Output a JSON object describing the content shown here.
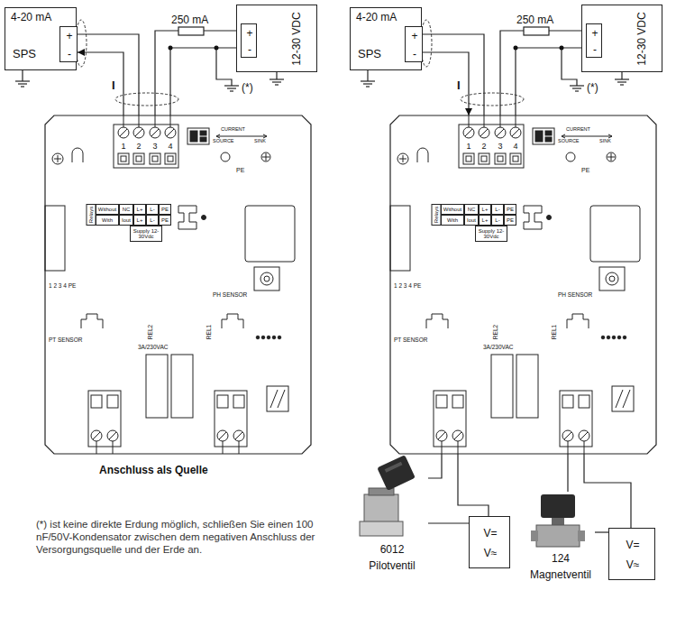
{
  "diagram": {
    "nodes": [
      {
        "text": [
          "4-20 mA",
          "SPS"
        ]
      },
      {
        "text": [
          "+",
          "-"
        ],
        "in": 0
      },
      {
        "text": [
          "12-30 VDC"
        ]
      },
      {
        "text": [
          "+",
          "-"
        ],
        "in": 2
      },
      {
        "text": [
          "1",
          "2",
          "3",
          "4",
          "CURRENT",
          "SOURCE",
          "SINK",
          "PE",
          "1 2 3 4 PE",
          "PH SENSOR",
          "PT SENSOR",
          "REL2",
          "3A/230VAC",
          "REL1"
        ]
      },
      {
        "text": [
          "Relays",
          "Without",
          "NC",
          "L+",
          "L-",
          "PE",
          "With",
          "Iout",
          "L+",
          "L-",
          "PE",
          "Supply 12-30Vdc"
        ],
        "in": 4
      },
      {
        "text": [
          "4-20 mA",
          "SPS"
        ]
      },
      {
        "text": [
          "+",
          "-"
        ],
        "in": 6
      },
      {
        "text": [
          "12-30 VDC"
        ]
      },
      {
        "text": [
          "+",
          "-"
        ],
        "in": 8
      },
      {
        "text": [
          "1",
          "2",
          "3",
          "4",
          "CURRENT",
          "SOURCE",
          "SINK",
          "PE",
          "1 2 3 4 PE",
          "PH SENSOR",
          "PT SENSOR",
          "REL2",
          "3A/230VAC",
          "REL1"
        ]
      },
      {
        "text": [
          "Relays",
          "Without",
          "NC",
          "L+",
          "L-",
          "PE",
          "With",
          "Iout",
          "L+",
          "L-",
          "PE",
          "Supply 12-30Vdc"
        ],
        "in": 10
      },
      {
        "text": [
          "6012",
          "Pilotventil"
        ]
      },
      {
        "text": [
          "V=",
          "V≈"
        ]
      },
      {
        "text": [
          "124",
          "Magnetventil"
        ]
      },
      {
        "text": [
          "V=",
          "V≈"
        ]
      }
    ],
    "edges": [
      {
        "from": 4,
        "to": 1,
        "arrow": "to",
        "label": "I"
      },
      {
        "from": 1,
        "to": 4,
        "arrow": "none"
      },
      {
        "from": 3,
        "to": 4,
        "arrow": "none"
      },
      {
        "from": 3,
        "to": 4,
        "arrow": "none"
      },
      {
        "from": 7,
        "to": 10,
        "arrow": "to",
        "label": "I"
      },
      {
        "from": 7,
        "to": 10,
        "arrow": "none"
      },
      {
        "from": 9,
        "to": 10,
        "arrow": "none"
      },
      {
        "from": 9,
        "to": 10,
        "arrow": "none"
      },
      {
        "from": 10,
        "to": 12,
        "arrow": "none"
      },
      {
        "from": 10,
        "to": 13,
        "arrow": "none"
      },
      {
        "from": 12,
        "to": 13,
        "arrow": "none"
      },
      {
        "from": 10,
        "to": 14,
        "arrow": "none"
      },
      {
        "from": 10,
        "to": 15,
        "arrow": "none"
      },
      {
        "from": 14,
        "to": 15,
        "arrow": "none"
      }
    ],
    "labels": [
      "250 mA",
      "(*)",
      "Anschluss als Quelle",
      "(*) ist keine direkte Erdung möglich, schließen Sie einen 100 nF/50V-Kondensator zwischen dem negativen Anschluss der Versorgungsquelle und der Erde an.",
      "250 mA",
      "(*)"
    ]
  }
}
